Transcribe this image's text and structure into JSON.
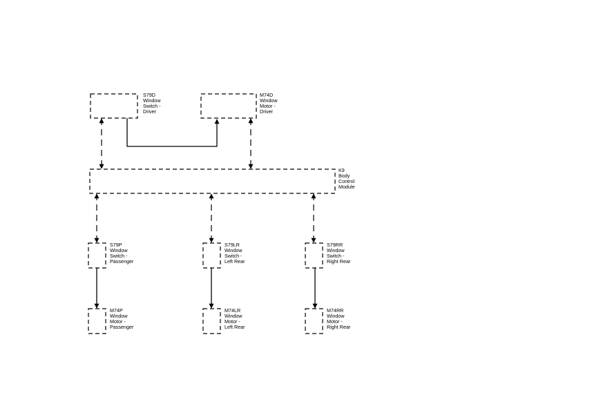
{
  "components": {
    "s79d": [
      "S79D",
      "Window",
      "Switch -",
      "Driver"
    ],
    "m74d": [
      "M74D",
      "Window",
      "Motor -",
      "Driver"
    ],
    "k9": [
      "K9",
      "Body",
      "Control",
      "Module"
    ],
    "s79p": [
      "S79P",
      "Window",
      "Switch -",
      "Passenger"
    ],
    "s79lr": [
      "S79LR",
      "Window",
      "Switch -",
      "Left Rear"
    ],
    "s79rr": [
      "S79RR",
      "Window",
      "Switch -",
      "Right Rear"
    ],
    "m74p": [
      "M74P",
      "Window",
      "Motor -",
      "Passenger"
    ],
    "m74lr": [
      "M74LR",
      "Window",
      "Motor -",
      "Left Rear"
    ],
    "m74rr": [
      "M74RR",
      "Window",
      "Motor -",
      "Right Rear"
    ]
  }
}
